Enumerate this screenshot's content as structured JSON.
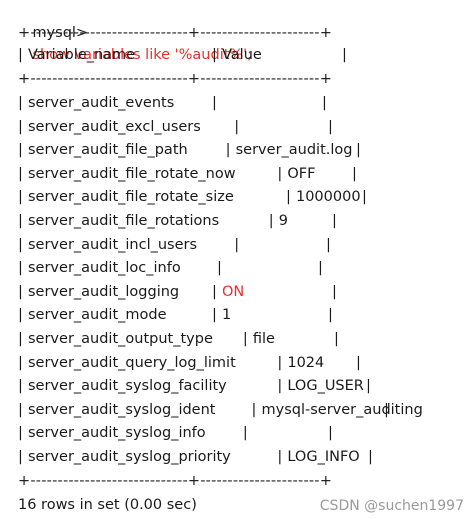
{
  "prompt": "mysql>",
  "command": "show variables like '%audit%';",
  "separator": "+-----------------------------+----------------------+",
  "columns": [
    "Variable_name",
    "Value"
  ],
  "rows": [
    {
      "name": "server_audit_events",
      "value": ""
    },
    {
      "name": "server_audit_excl_users",
      "value": ""
    },
    {
      "name": "server_audit_file_path",
      "value": "server_audit.log"
    },
    {
      "name": "server_audit_file_rotate_now",
      "value": "OFF"
    },
    {
      "name": "server_audit_file_rotate_size",
      "value": "1000000"
    },
    {
      "name": "server_audit_file_rotations",
      "value": "9"
    },
    {
      "name": "server_audit_incl_users",
      "value": ""
    },
    {
      "name": "server_audit_loc_info",
      "value": ""
    },
    {
      "name": "server_audit_logging",
      "value": "ON"
    },
    {
      "name": "server_audit_mode",
      "value": "1"
    },
    {
      "name": "server_audit_output_type",
      "value": "file"
    },
    {
      "name": "server_audit_query_log_limit",
      "value": "1024"
    },
    {
      "name": "server_audit_syslog_facility",
      "value": "LOG_USER"
    },
    {
      "name": "server_audit_syslog_ident",
      "value": "mysql-server_auditing"
    },
    {
      "name": "server_audit_syslog_info",
      "value": ""
    },
    {
      "name": "server_audit_syslog_priority",
      "value": "LOG_INFO"
    }
  ],
  "footer": "16 rows in set (0.00 sec)",
  "watermark": "CSDN @suchen1997",
  "colors": {
    "command": "#e6302a",
    "on_value": "#e6302a",
    "watermark": "#9a9a9a"
  }
}
